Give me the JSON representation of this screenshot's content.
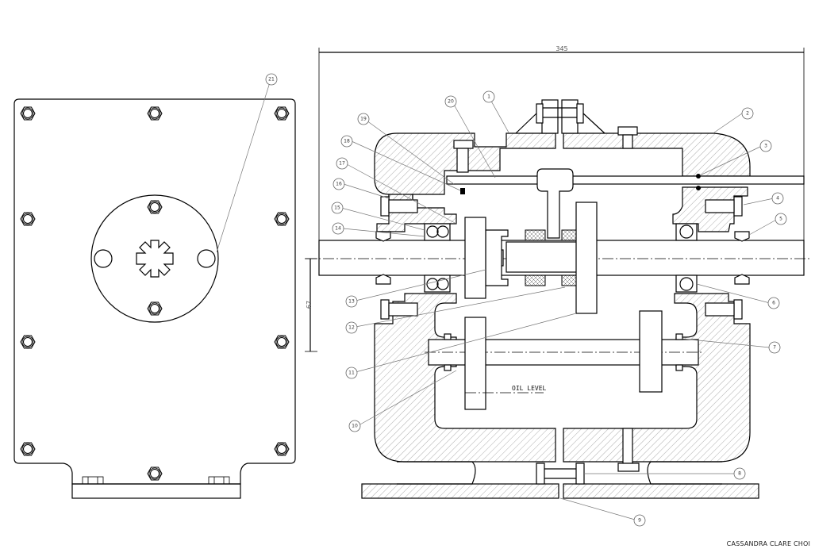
{
  "drawing": {
    "dimension_width": "345",
    "dimension_height": "67",
    "oil_level_label": "OIL LEVEL",
    "author": "CASSANDRA CLARE CHOI"
  },
  "balloons": [
    "1",
    "2",
    "3",
    "4",
    "5",
    "6",
    "7",
    "8",
    "9",
    "10",
    "11",
    "12",
    "13",
    "14",
    "15",
    "16",
    "17",
    "18",
    "19",
    "20",
    "21"
  ],
  "colors": {
    "line": "#000000",
    "leader": "#777777",
    "background": "#ffffff"
  }
}
